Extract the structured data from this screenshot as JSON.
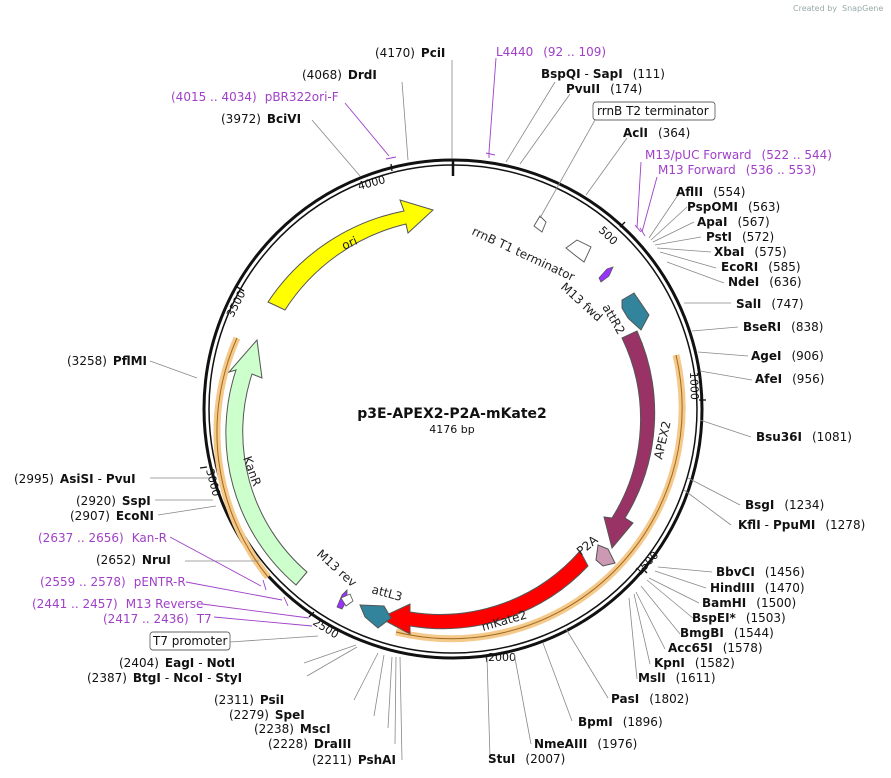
{
  "credit": {
    "text": "Created by",
    "brand": "SnapGene"
  },
  "plasmid": {
    "name": "p3E-APEX2-P2A-mKate2",
    "length": "4176 bp"
  },
  "ticks": [
    "500",
    "1000",
    "1500",
    "2000",
    "2500",
    "3000",
    "3500",
    "4000"
  ],
  "enzymes": [
    {
      "pos": "(4170)",
      "name": "PciI"
    },
    {
      "pos": "(4068)",
      "name": "DrdI"
    },
    {
      "pos": "(3972)",
      "name": "BciVI"
    },
    {
      "name": "BspQI",
      "name2": "SapI",
      "pos": "(111)"
    },
    {
      "name": "PvuII",
      "pos": "(174)"
    },
    {
      "name": "AclI",
      "pos": "(364)"
    },
    {
      "name": "AflII",
      "pos": "(554)"
    },
    {
      "name": "PspOMI",
      "pos": "(563)"
    },
    {
      "name": "ApaI",
      "pos": "(567)"
    },
    {
      "name": "PstI",
      "pos": "(572)"
    },
    {
      "name": "XbaI",
      "pos": "(575)"
    },
    {
      "name": "EcoRI",
      "pos": "(585)"
    },
    {
      "name": "NdeI",
      "pos": "(636)"
    },
    {
      "name": "SalI",
      "pos": "(747)"
    },
    {
      "name": "BseRI",
      "pos": "(838)"
    },
    {
      "name": "AgeI",
      "pos": "(906)"
    },
    {
      "name": "AfeI",
      "pos": "(956)"
    },
    {
      "name": "Bsu36I",
      "pos": "(1081)"
    },
    {
      "name": "BsgI",
      "pos": "(1234)"
    },
    {
      "name": "KflI",
      "name2": "PpuMI",
      "pos": "(1278)"
    },
    {
      "name": "BbvCI",
      "pos": "(1456)"
    },
    {
      "name": "HindIII",
      "pos": "(1470)"
    },
    {
      "name": "BamHI",
      "pos": "(1500)"
    },
    {
      "name": "BspEI*",
      "pos": "(1503)"
    },
    {
      "name": "BmgBI",
      "pos": "(1544)"
    },
    {
      "name": "Acc65I",
      "pos": "(1578)"
    },
    {
      "name": "KpnI",
      "pos": "(1582)"
    },
    {
      "name": "MslI",
      "pos": "(1611)"
    },
    {
      "name": "PasI",
      "pos": "(1802)"
    },
    {
      "name": "BpmI",
      "pos": "(1896)"
    },
    {
      "name": "NmeAIII",
      "pos": "(1976)"
    },
    {
      "name": "StuI",
      "pos": "(2007)"
    },
    {
      "pos": "(2211)",
      "name": "PshAI"
    },
    {
      "pos": "(2228)",
      "name": "DraIII"
    },
    {
      "pos": "(2238)",
      "name": "MscI"
    },
    {
      "pos": "(2279)",
      "name": "SpeI"
    },
    {
      "pos": "(2311)",
      "name": "PsiI"
    },
    {
      "pos": "(2387)",
      "name": "BtgI",
      "name2": "NcoI",
      "name3": "StyI"
    },
    {
      "pos": "(2404)",
      "name": "EagI",
      "name2": "NotI"
    },
    {
      "pos": "(2652)",
      "name": "NruI"
    },
    {
      "pos": "(2907)",
      "name": "EcoNI"
    },
    {
      "pos": "(2920)",
      "name": "SspI"
    },
    {
      "pos": "(2995)",
      "name": "AsiSI",
      "name2": "PvuI"
    },
    {
      "pos": "(3258)",
      "name": "PflMI"
    }
  ],
  "primers": [
    {
      "name": "L4440",
      "range": "(92 .. 109)"
    },
    {
      "range": "(4015 .. 4034)",
      "name": "pBR322ori-F"
    },
    {
      "name": "M13/pUC Forward",
      "range": "(522 .. 544)"
    },
    {
      "name": "M13 Forward",
      "range": "(536 .. 553)"
    },
    {
      "range": "(2637 .. 2656)",
      "name": "Kan-R"
    },
    {
      "range": "(2559 .. 2578)",
      "name": "pENTR-R"
    },
    {
      "range": "(2441 .. 2457)",
      "name": "M13 Reverse"
    },
    {
      "range": "(2417 .. 2436)",
      "name": "T7"
    }
  ],
  "boxed": [
    {
      "name": "rrnB T2 terminator"
    },
    {
      "name": "T7 promoter"
    }
  ],
  "features": [
    {
      "name": "ori",
      "color": "#ffff00"
    },
    {
      "name": "KanR",
      "color": "#ccffcc"
    },
    {
      "name": "APEX2",
      "color": "#993366"
    },
    {
      "name": "mKate2",
      "color": "#ff0000"
    },
    {
      "name": "P2A",
      "color": "#cc99b3"
    },
    {
      "name": "attR2",
      "color": "#31849b"
    },
    {
      "name": "attL3",
      "color": "#31849b"
    },
    {
      "name": "M13 fwd",
      "color": "#9933ff"
    },
    {
      "name": "M13 rev",
      "color": "#9933ff"
    },
    {
      "name": "rrnB T1 terminator",
      "color": "#ffffff"
    }
  ]
}
